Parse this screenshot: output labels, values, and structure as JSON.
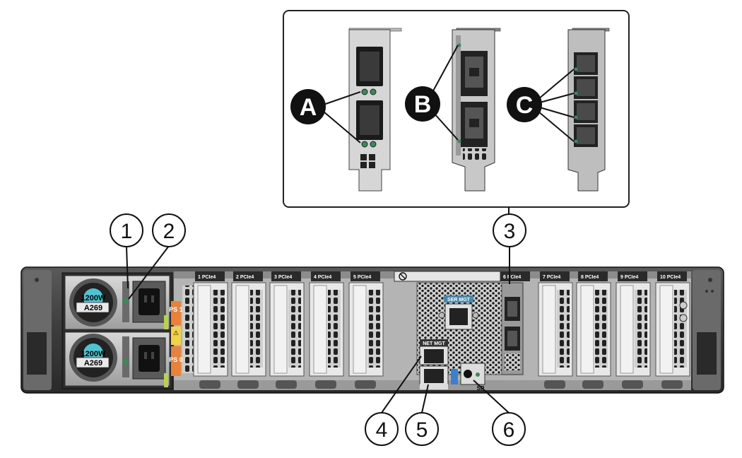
{
  "callouts": {
    "letters": [
      "A",
      "B",
      "C"
    ],
    "numbers": [
      "1",
      "2",
      "3",
      "4",
      "5",
      "6"
    ]
  },
  "psu": {
    "watt_label": "1200W",
    "model_label": "A269",
    "upper_tag": "PS 1",
    "lower_tag": "PS 0"
  },
  "slots": [
    {
      "num": "1",
      "label": "PCIe4"
    },
    {
      "num": "2",
      "label": "PCIe4"
    },
    {
      "num": "3",
      "label": "PCIe4"
    },
    {
      "num": "4",
      "label": "PCIe4"
    },
    {
      "num": "5",
      "label": "PCIe4"
    },
    {
      "num": "6",
      "label": "PCIe4"
    },
    {
      "num": "7",
      "label": "PCIe4"
    },
    {
      "num": "8",
      "label": "PCIe4"
    },
    {
      "num": "9",
      "label": "PCIe4"
    },
    {
      "num": "10",
      "label": "PCIe4"
    }
  ],
  "ports": {
    "ser_mgt": "SER MGT",
    "net_mgt": "NET MGT",
    "sp": "SP"
  }
}
